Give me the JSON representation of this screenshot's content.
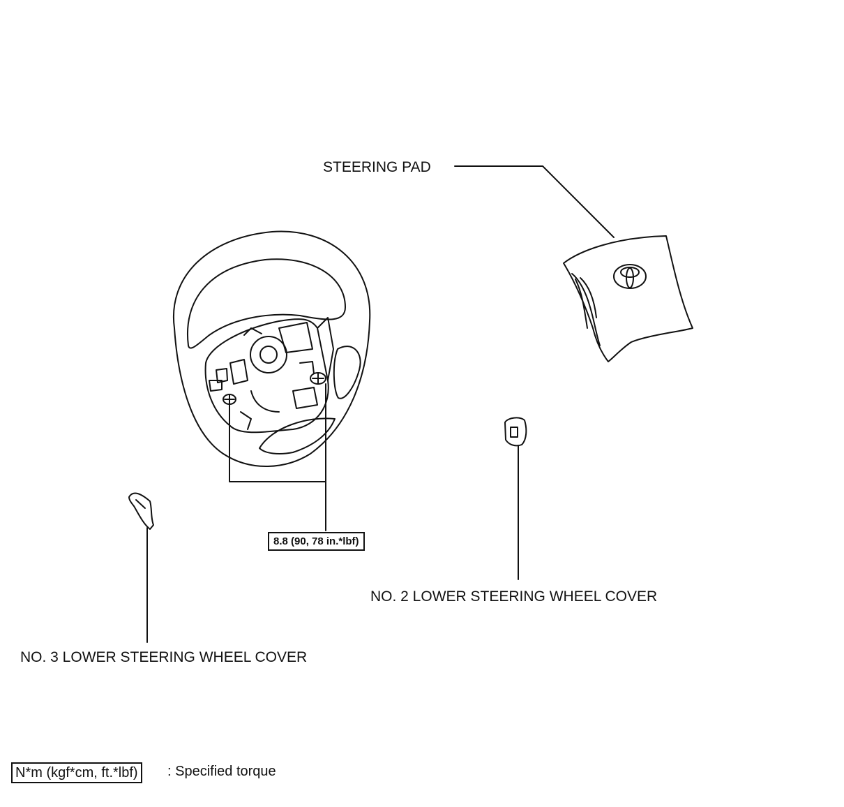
{
  "labels": {
    "steering_pad": "STEERING PAD",
    "no2_cover": "NO. 2 LOWER STEERING WHEEL COVER",
    "no3_cover": "NO. 3 LOWER STEERING WHEEL COVER"
  },
  "torque": {
    "value": "8.8 (90, 78 in.*lbf)"
  },
  "legend": {
    "unit": "N*m (kgf*cm, ft.*lbf)",
    "description": ": Specified torque"
  },
  "icons": [
    "steering-wheel-icon",
    "steering-pad-icon",
    "toyota-logo-icon",
    "bolt-icon",
    "cover-clip-icon"
  ],
  "colors": {
    "line": "#111111",
    "background": "#ffffff"
  }
}
